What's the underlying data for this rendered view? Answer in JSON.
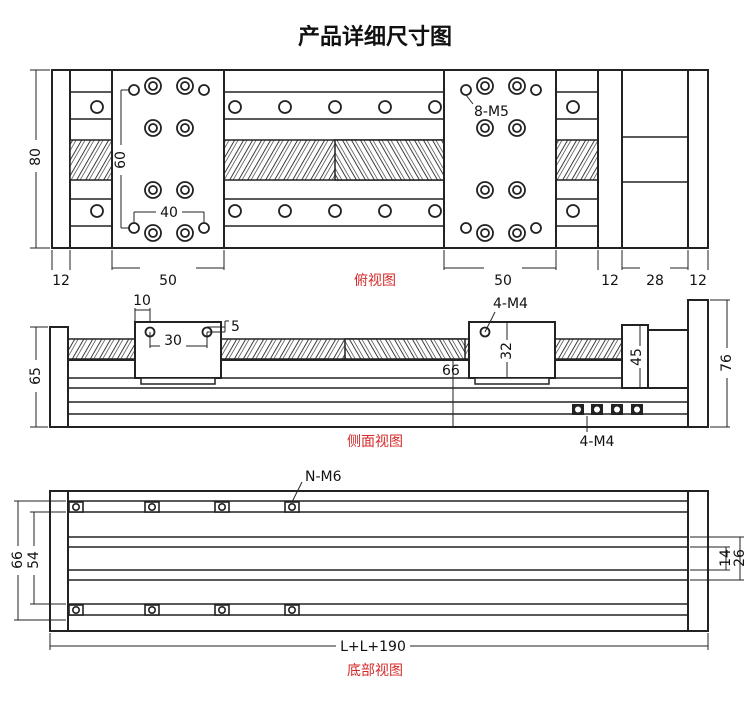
{
  "title": "产品详细尺寸图",
  "views": {
    "top": {
      "caption": "俯视图",
      "dims": {
        "height": "80",
        "hole_v": "60",
        "hole_h": "40",
        "holes": "8-M5",
        "left_end": "12",
        "carriage_left": "50",
        "carriage_right": "50",
        "right_end_a": "12",
        "motor": "28",
        "right_end_b": "12"
      }
    },
    "side": {
      "caption": "侧面视图",
      "dims": {
        "height": "65",
        "slot_w": "10",
        "pitch": "30",
        "offset": "5",
        "holes_top": "4-M4",
        "carriage_h": "32",
        "width": "66",
        "block_h": "45",
        "total_h": "76",
        "holes_side": "4-M4"
      }
    },
    "bottom": {
      "caption": "底部视图",
      "dims": {
        "holes": "N-M6",
        "outer": "66",
        "inner": "54",
        "gap_a": "14",
        "gap_b": "26",
        "length": "L+L+190"
      }
    }
  }
}
